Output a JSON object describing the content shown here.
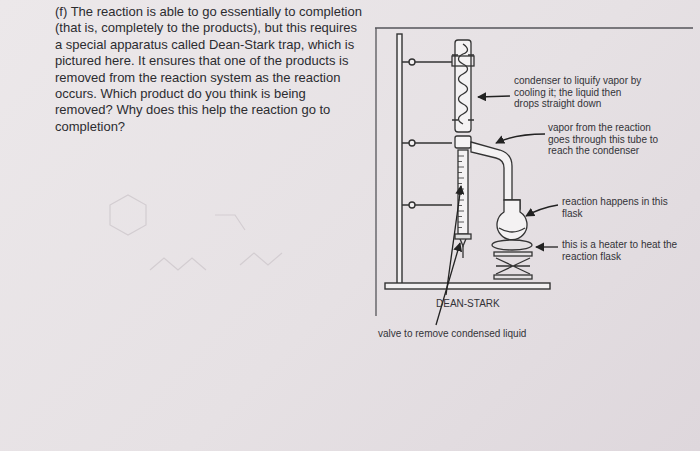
{
  "diagram": {
    "labels": [
      "(f) The reaction is able to go essentially to completion (that is, completely to the products), but this requires a special apparatus called Dean-Stark trap, which is pictured here. It ensures that one of the products is removed from the reaction system as the reaction occurs. Which product do you think is being removed? Why does this help the reaction go to completion?",
      "condenser to liquify vapor by cooling it; the liquid then drops straight down",
      "vapor from the reaction goes through this tube to reach the condenser",
      "reaction happens in this flask",
      "this is a heater to heat the reaction flask",
      "DEAN-STARK",
      "valve to remove condensed liquid"
    ]
  }
}
